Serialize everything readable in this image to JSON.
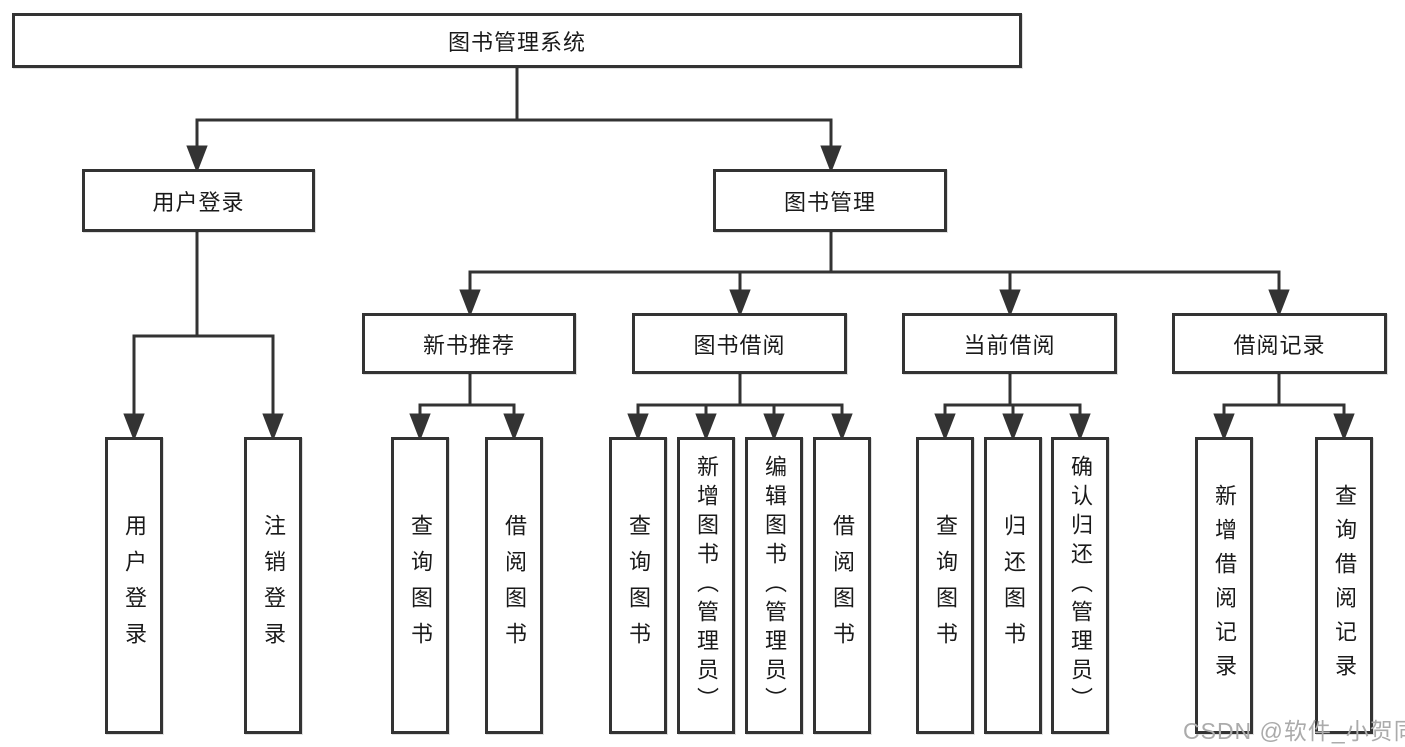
{
  "tree": {
    "label": "图书管理系统",
    "children": [
      {
        "label": "用户登录",
        "children": [
          {
            "label": "用户登录"
          },
          {
            "label": "注销登录"
          }
        ]
      },
      {
        "label": "图书管理",
        "children": [
          {
            "label": "新书推荐",
            "children": [
              {
                "label": "查询图书"
              },
              {
                "label": "借阅图书"
              }
            ]
          },
          {
            "label": "图书借阅",
            "children": [
              {
                "label": "查询图书"
              },
              {
                "label": "新增图书（管理员）"
              },
              {
                "label": "编辑图书（管理员）"
              },
              {
                "label": "借阅图书"
              }
            ]
          },
          {
            "label": "当前借阅",
            "children": [
              {
                "label": "查询图书"
              },
              {
                "label": "归还图书"
              },
              {
                "label": "确认归还（管理员）"
              }
            ]
          },
          {
            "label": "借阅记录",
            "children": [
              {
                "label": "新增借阅记录"
              },
              {
                "label": "查询借阅记录"
              }
            ]
          }
        ]
      }
    ]
  },
  "watermark": {
    "text": "CSDN @软件_小贺同学",
    "color": "#ababab"
  },
  "colors": {
    "line": "#333333",
    "box_border": "#333333",
    "text": "#1a1a1a",
    "background": "#ffffff"
  }
}
